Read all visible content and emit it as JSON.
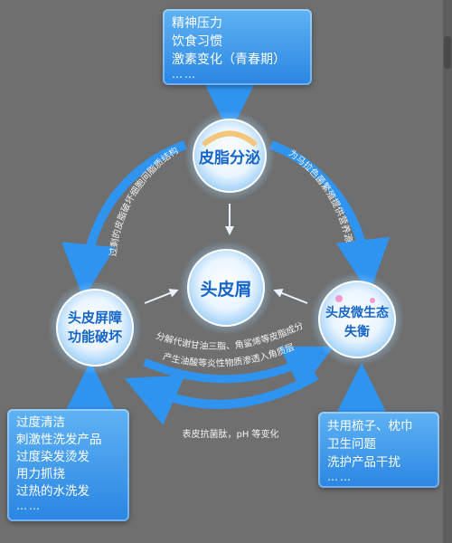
{
  "top_box": {
    "lines": [
      "精神压力",
      "饮食习惯",
      "激素变化（青春期）"
    ],
    "more": "……"
  },
  "left_box": {
    "lines": [
      "过度清洁",
      "刺激性洗发产品",
      "过度染发烫发",
      "用力抓挠",
      "过热的水洗发"
    ],
    "more": "……"
  },
  "right_box": {
    "lines": [
      "共用梳子、枕巾",
      "卫生问题",
      "洗护产品干扰"
    ],
    "more": "……"
  },
  "nodes": {
    "sebum": "皮脂分泌",
    "dandruff": "头皮屑",
    "barrier": [
      "头皮屏障",
      "功能破坏"
    ],
    "microbiome": [
      "头皮微生态",
      "失衡"
    ]
  },
  "arcs": {
    "left": "过剩的皮脂破坏细胞间脂质结构",
    "right": "为马拉色菌繁殖提供营养源",
    "center_1": "分解代谢甘油三脂、角鲨烯等皮脂成分",
    "center_2": "产生油酸等炎性物质渗透入角质层",
    "bottom": "表皮抗菌肽，pH 等变化"
  },
  "colors": {
    "background": "#6f6f6f",
    "arrow": "#2f93f0",
    "box": "#3a95ea",
    "node_text": "#1565c8"
  }
}
